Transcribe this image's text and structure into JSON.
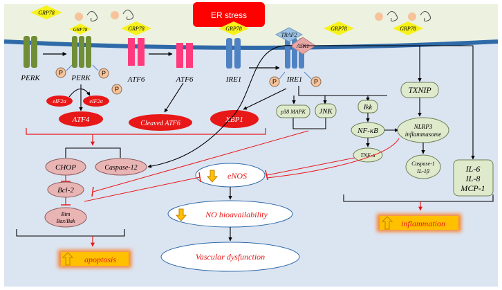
{
  "header": {
    "er_stress": "ER stress"
  },
  "grp78": "GRP78",
  "receptors": {
    "perk_inactive": "PERK",
    "perk_active": "PERK",
    "atf6_inactive": "ATF6",
    "atf6_active": "ATF6",
    "ire1_inactive": "IRE1",
    "ire1_active": "IRE1"
  },
  "phospho": "P",
  "adaptors": {
    "traf2": "TRAF2",
    "ask1": "ASK1"
  },
  "eif2a": "eIF2α",
  "transcription": {
    "atf4": "ATF4",
    "cleaved_atf6": "Cleaved ATF6",
    "xbp1": "XBP1"
  },
  "signaling": {
    "p38": "p38 MAPK",
    "jnk": "JNK",
    "ikk": "Ikk",
    "nfkb": "NF-κB",
    "tnfa": "TNF-α",
    "txnip": "TXNIP",
    "nlrp3_line1": "NLRP3",
    "nlrp3_line2": "inflammasome",
    "casp1_line1": "Caspase-1",
    "casp1_line2": "IL-1β",
    "cyto_line1": "IL-6",
    "cyto_line2": "IL-8",
    "cyto_line3": "MCP-1"
  },
  "apoptosis_path": {
    "chop": "CHOP",
    "casp12": "Caspase-12",
    "bcl2": "Bcl-2",
    "bim_line1": "Bim",
    "bim_line2": "Bax/Bak"
  },
  "outcomes": {
    "enos": "eNOS",
    "no_bio": "NO bioavailability",
    "vascular": "Vascular dysfunction",
    "apoptosis": "apoptosis",
    "inflammation": "inflammation"
  },
  "colors": {
    "membrane": "#2f6aa8",
    "er_lumen": "#ecf1e0",
    "cytosol": "#dbe4f1",
    "grp78": "#f7f21a",
    "perk": "#6f8e36",
    "atf6": "#ff3b7d",
    "ire1": "#4f82c3",
    "red": "#e81818",
    "phospho": "#f6c39b",
    "green_node": "#dfe9cc",
    "pink_node": "#e9b4b4",
    "highlight": "#ffc000"
  }
}
